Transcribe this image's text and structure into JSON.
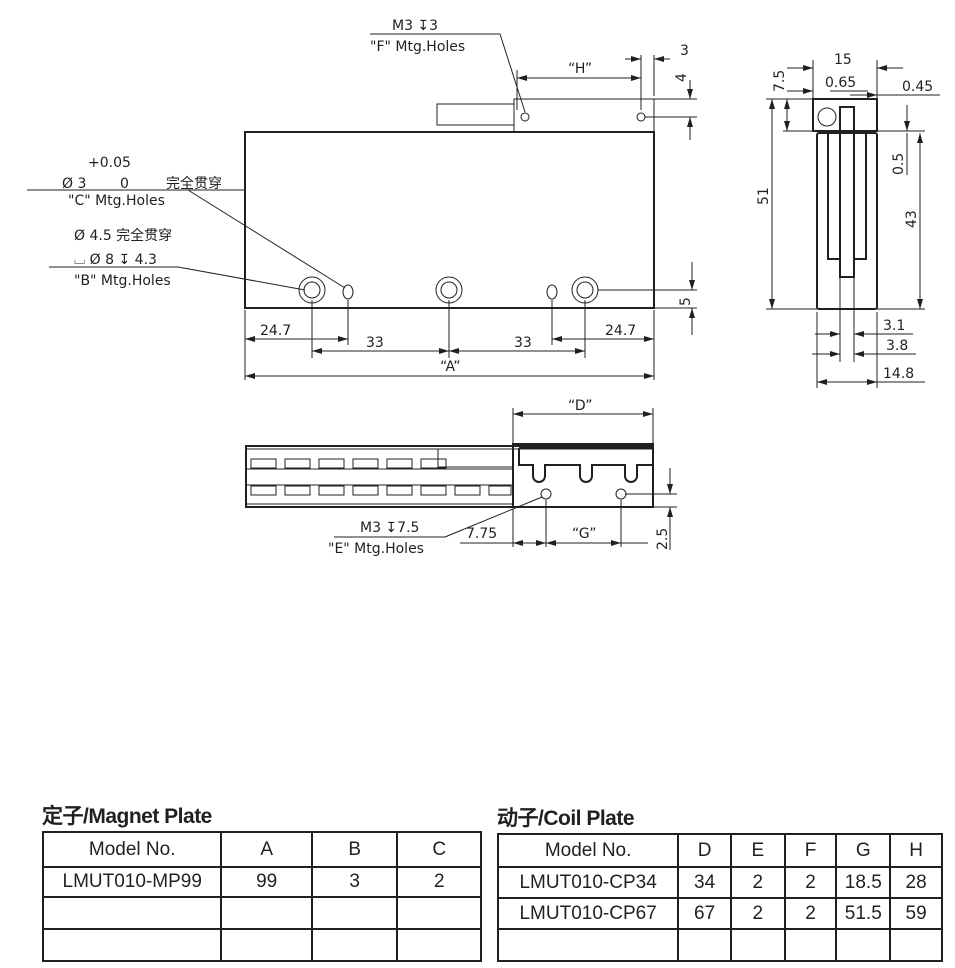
{
  "front_view": {
    "f_holes_spec": "M3 ↧3",
    "f_holes_label": "\"F\" Mtg.Holes",
    "dim_h": "“H”",
    "dim_3": "3",
    "dim_4": "4",
    "c_tol_upper": "+0.05",
    "c_hole_spec": "Ø 3",
    "c_tol_lower": "0",
    "c_through": "完全贯穿",
    "c_holes_label": "\"C\" Mtg.Holes",
    "b_hole_spec": "Ø 4.5 完全贯穿",
    "b_counterbore_spec": "⌴ Ø 8 ↧ 4.3",
    "b_holes_label": "\"B\" Mtg.Holes",
    "dim_5": "5",
    "dim_left_edge": "24.7",
    "dim_pitch_1": "33",
    "dim_pitch_2": "33",
    "dim_right_edge": "24.7",
    "dim_a": "“A”"
  },
  "side_view": {
    "dim_15": "15",
    "dim_7_5": "7.5",
    "dim_0_65": "0.65",
    "dim_0_45": "0.45",
    "dim_51": "51",
    "dim_0_5": "0.5",
    "dim_43": "43",
    "dim_3_1": "3.1",
    "dim_3_8": "3.8",
    "dim_14_8": "14.8"
  },
  "bottom_view": {
    "dim_d": "“D”",
    "e_holes_spec": "M3 ↧7.5",
    "e_holes_label": "\"E\" Mtg.Holes",
    "dim_7_75": "7.75",
    "dim_g": "“G”",
    "dim_2_5": "2.5"
  },
  "magnet_table": {
    "title": "定子/Magnet Plate",
    "headers": [
      "Model No.",
      "A",
      "B",
      "C"
    ],
    "rows": [
      [
        "LMUT010-MP99",
        "99",
        "3",
        "2"
      ],
      [
        "",
        "",
        "",
        ""
      ],
      [
        "",
        "",
        "",
        ""
      ]
    ]
  },
  "coil_table": {
    "title": "动子/Coil Plate",
    "headers": [
      "Model No.",
      "D",
      "E",
      "F",
      "G",
      "H"
    ],
    "rows": [
      [
        "LMUT010-CP34",
        "34",
        "2",
        "2",
        "18.5",
        "28"
      ],
      [
        "LMUT010-CP67",
        "67",
        "2",
        "2",
        "51.5",
        "59"
      ],
      [
        "",
        "",
        "",
        "",
        "",
        ""
      ]
    ]
  }
}
